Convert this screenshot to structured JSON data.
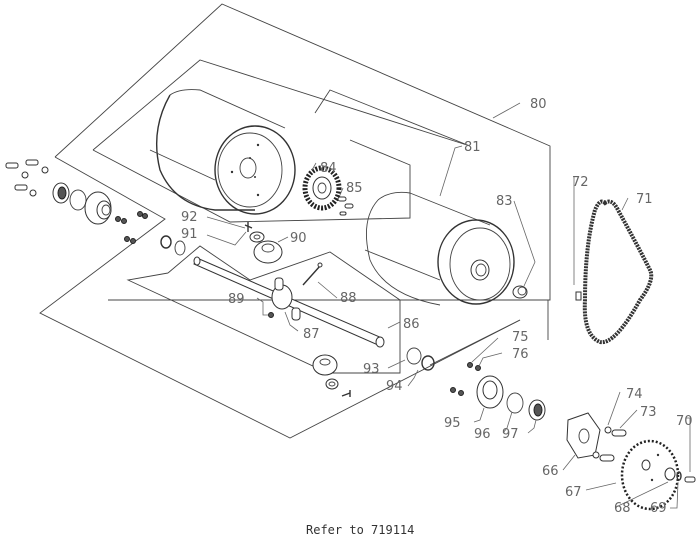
{
  "diagram": {
    "type": "exploded-parts-diagram",
    "footer_note": "Refer to 719114",
    "callouts": [
      {
        "id": "c80",
        "label": "80"
      },
      {
        "id": "c81",
        "label": "81"
      },
      {
        "id": "c83",
        "label": "83"
      },
      {
        "id": "c84",
        "label": "84"
      },
      {
        "id": "c85",
        "label": "85"
      },
      {
        "id": "c86",
        "label": "86"
      },
      {
        "id": "c87",
        "label": "87"
      },
      {
        "id": "c88",
        "label": "88"
      },
      {
        "id": "c89",
        "label": "89"
      },
      {
        "id": "c90",
        "label": "90"
      },
      {
        "id": "c91",
        "label": "91"
      },
      {
        "id": "c92",
        "label": "92"
      },
      {
        "id": "c93",
        "label": "93"
      },
      {
        "id": "c94",
        "label": "94"
      },
      {
        "id": "c95",
        "label": "95"
      },
      {
        "id": "c96",
        "label": "96"
      },
      {
        "id": "c97",
        "label": "97"
      },
      {
        "id": "c75",
        "label": "75"
      },
      {
        "id": "c76",
        "label": "76"
      },
      {
        "id": "c74",
        "label": "74"
      },
      {
        "id": "c73",
        "label": "73"
      },
      {
        "id": "c72",
        "label": "72"
      },
      {
        "id": "c71",
        "label": "71"
      },
      {
        "id": "c70",
        "label": "70"
      },
      {
        "id": "c66",
        "label": "66"
      },
      {
        "id": "c67",
        "label": "67"
      },
      {
        "id": "c68",
        "label": "68"
      },
      {
        "id": "c69",
        "label": "69"
      }
    ]
  }
}
